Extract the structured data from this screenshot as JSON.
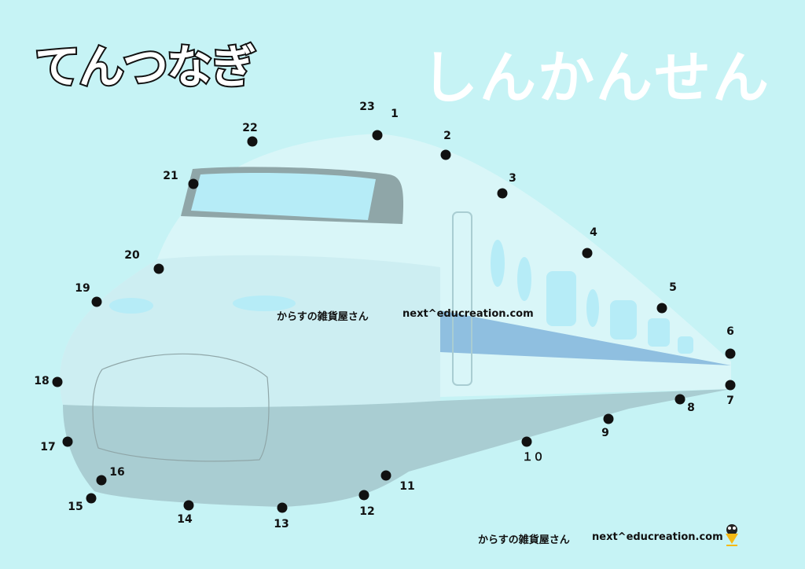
{
  "header": {
    "title": "てんつなぎ",
    "subtitle": "しんかんせん"
  },
  "dots": {
    "labels": [
      "1",
      "2",
      "3",
      "4",
      "5",
      "6",
      "7",
      "8",
      "9",
      "１０",
      "11",
      "12",
      "13",
      "14",
      "15",
      "16",
      "17",
      "18",
      "19",
      "20",
      "21",
      "22",
      "23"
    ]
  },
  "credits": {
    "middle_name": "からすの雑貨屋さん",
    "middle_url": "next^educreation.com",
    "footer_name": "からすの雑貨屋さん",
    "footer_url": "next^educreation.com"
  },
  "colors": {
    "background": "#c6f3f5",
    "train_light": "#d9f6f8",
    "train_dark": "#a9cdd2",
    "stripe": "#8fbfe0",
    "dot": "#111111"
  }
}
